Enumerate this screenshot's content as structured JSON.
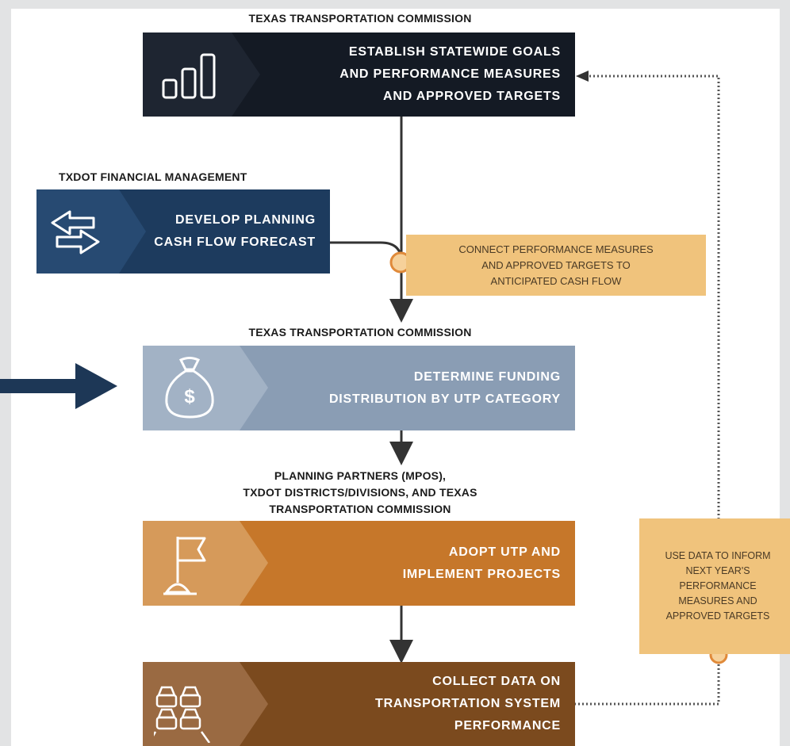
{
  "headings": {
    "commission_top": "TEXAS TRANSPORTATION COMMISSION",
    "financial": "TXDOT FINANCIAL MANAGEMENT",
    "commission_mid": "TEXAS TRANSPORTATION COMMISSION",
    "partners": [
      "PLANNING PARTNERS (MPOS),",
      "TXDOT DISTRICTS/DIVISIONS, AND TEXAS",
      "TRANSPORTATION COMMISSION"
    ]
  },
  "steps": {
    "goals": [
      "ESTABLISH STATEWIDE GOALS",
      "AND PERFORMANCE MEASURES",
      "AND APPROVED TARGETS"
    ],
    "cashflow": [
      "DEVELOP PLANNING",
      "CASH FLOW FORECAST"
    ],
    "funding": [
      "DETERMINE FUNDING",
      "DISTRIBUTION BY UTP CATEGORY"
    ],
    "adopt": [
      "ADOPT UTP AND",
      "IMPLEMENT PROJECTS"
    ],
    "collect": [
      "COLLECT DATA ON",
      "TRANSPORTATION SYSTEM",
      "PERFORMANCE"
    ]
  },
  "notes": {
    "connect": [
      "CONNECT PERFORMANCE MEASURES",
      "AND APPROVED TARGETS TO",
      "ANTICIPATED CASH FLOW"
    ],
    "use_data": [
      "USE DATA TO INFORM",
      "NEXT YEAR'S",
      "PERFORMANCE",
      "MEASURES AND",
      "APPROVED TARGETS"
    ]
  },
  "icons": {
    "goals": "bar-chart-icon",
    "cashflow": "exchange-arrows-icon",
    "funding": "money-bag-icon",
    "adopt": "flag-icon",
    "collect": "traffic-cars-icon"
  },
  "colors": {
    "goals_box": "#141a24",
    "cashflow_box": "#1d3b5e",
    "funding_box": "#8a9db4",
    "adopt_box": "#c6772a",
    "collect_box": "#7b4a1e",
    "note_fill": "#f0c37c",
    "pointer_arrow": "#1d3756",
    "connector_circle": "#e08a3a"
  }
}
